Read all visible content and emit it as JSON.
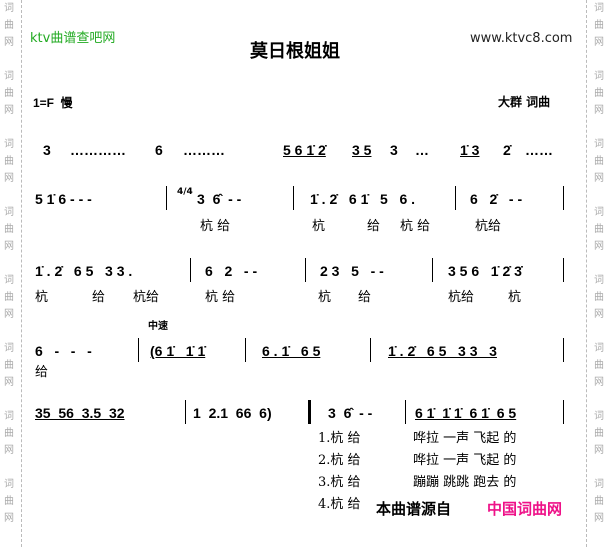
{
  "watermark": {
    "side_text": "词\n曲\n网\n\n词\n曲\n网\n\n词\n曲\n网\n\n词\n曲\n网\n\n词\n曲\n网\n\n词\n曲\n网\n\n词\n曲\n网\n\n词\n曲\n网",
    "site_left": "ktv曲谱查吧网",
    "site_right": "www.ktvc8.com"
  },
  "song": {
    "title": "莫日根姐姐",
    "key_tempo": "1=F  慢",
    "credits": "大群 词曲",
    "tempo_change": "中速",
    "time_signature": "4/4"
  },
  "rows": [
    {
      "notes": [
        "3",
        "…………",
        "6",
        "………",
        "5 6 1̇ 2̇",
        "3 5",
        "3",
        "…",
        "1̇ 3",
        "2̇",
        "……"
      ]
    },
    {
      "notes": [
        "5 1̇ 6 - - -",
        "3  6̂  - -",
        "1̇ . 2̇   6 1̇   5   6 .",
        "6   2̇   - -"
      ],
      "lyrics": [
        "杭 给",
        "杭",
        "给",
        "杭 给",
        "杭给"
      ]
    },
    {
      "notes": [
        "1̇ . 2̇   6 5   3 3 .",
        "6   2   - -",
        "2 3   5   - -",
        "3 5 6   1̇ 2̇ 3̇"
      ],
      "lyrics": [
        "杭",
        "给",
        "杭给",
        "杭 给",
        "杭",
        "给",
        "杭给",
        "杭"
      ]
    },
    {
      "notes": [
        "6   -   -   -",
        "(6 1̇   1̇ 1̇",
        "6 . 1̇   6 5",
        "1̇ . 2̇   6 5   3 3   3"
      ],
      "lyrics": [
        "给"
      ]
    },
    {
      "notes": [
        "35  56  3.5  32",
        "1  2.1  66  6)",
        "3  6̂  - -",
        "6 1̇  1̇ 1̇  6 1̇  6 5"
      ]
    }
  ],
  "verses": [
    {
      "start": "1.杭 给",
      "rest": "哗拉 一声 飞起 的"
    },
    {
      "start": "2.杭 给",
      "rest": "哗拉 一声 飞起 的"
    },
    {
      "start": "3.杭 给",
      "rest": "蹦蹦 跳跳 跑去 的"
    },
    {
      "start": "4.杭 给",
      "rest": ""
    }
  ],
  "footer": {
    "source_label": "本曲谱源自",
    "source_site": "中国词曲网"
  },
  "colors": {
    "green": "#22aa22",
    "pink": "#ee1188"
  }
}
